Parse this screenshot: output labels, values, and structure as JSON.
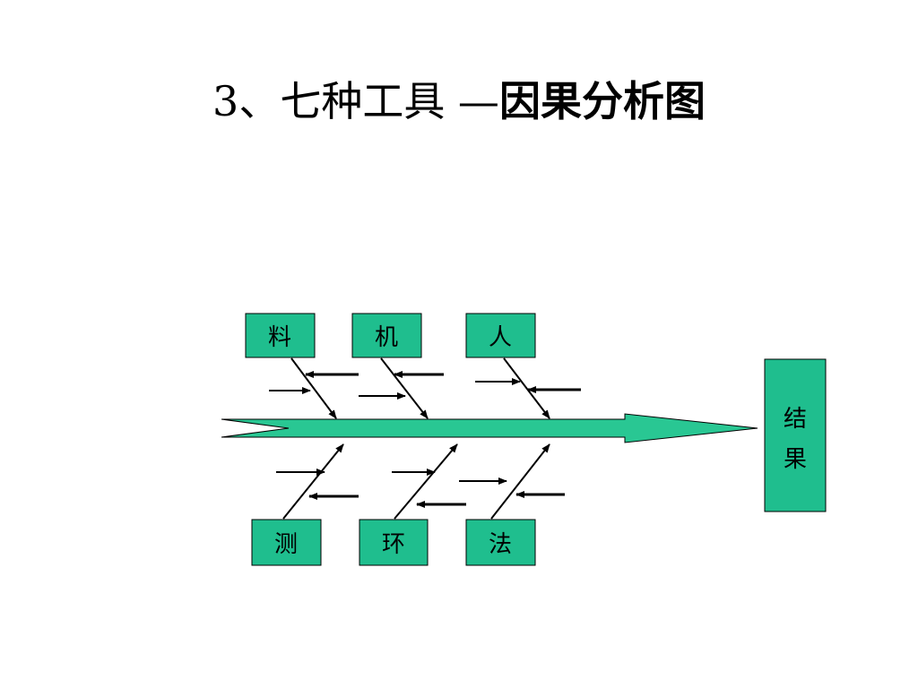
{
  "title": {
    "prefix": "3、七种工具 —",
    "emphasis": "因果分析图"
  },
  "diagram": {
    "colors": {
      "box_fill": "#1FBE8E",
      "spine_fill": "#29C793",
      "line": "#000000"
    },
    "causes_top": [
      "料",
      "机",
      "人"
    ],
    "causes_bottom": [
      "测",
      "环",
      "法"
    ],
    "result": [
      "结",
      "果"
    ]
  }
}
